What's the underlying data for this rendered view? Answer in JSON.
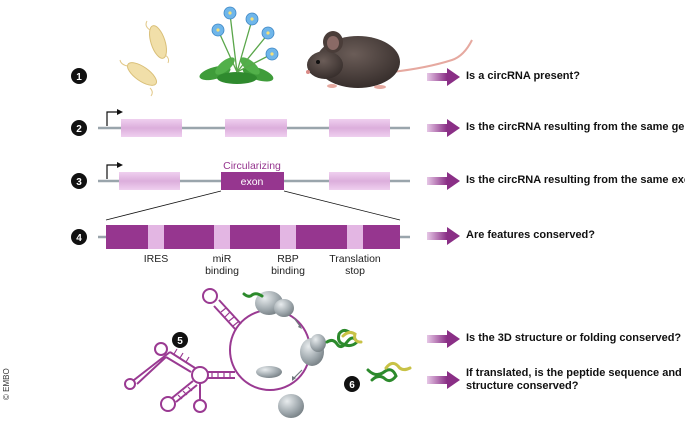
{
  "steps": [
    {
      "number": "1",
      "question": "Is a circRNA present?"
    },
    {
      "number": "2",
      "question": "Is the circRNA resulting from the same gene?"
    },
    {
      "number": "3",
      "question": "Is the circRNA resulting from the same exon?"
    },
    {
      "number": "4",
      "question": "Are features conserved?"
    },
    {
      "number": "5",
      "question": "Is the 3D structure or folding conserved?"
    },
    {
      "number": "6",
      "question_line1": "If translated, is the peptide sequence and",
      "question_line2": "structure conserved?"
    }
  ],
  "exon_label": {
    "line1": "Circularizing",
    "line2": "exon"
  },
  "features": {
    "ires": "IRES",
    "mir_line1": "miR",
    "mir_line2": "binding",
    "rbp_line1": "RBP",
    "rbp_line2": "binding",
    "stop_line1": "Translation",
    "stop_line2": "stop"
  },
  "copyright": "© EMBO",
  "colors": {
    "exon": "#e3b6e3",
    "exon_dark": "#96368f",
    "backbone": "#9aa5ac",
    "arrow": "#9a3a92"
  }
}
